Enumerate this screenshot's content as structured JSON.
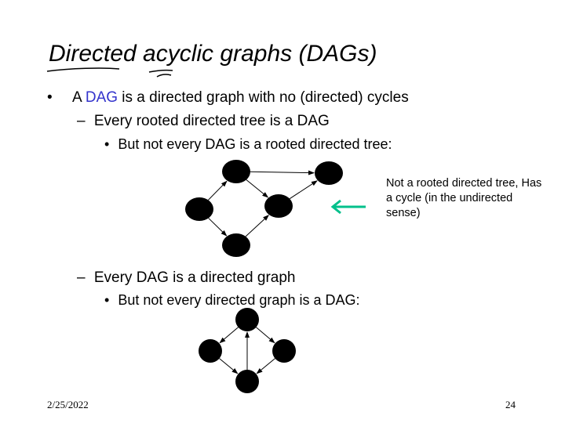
{
  "slide": {
    "title": "Directed acyclic graphs (DAGs)",
    "bullets": [
      {
        "marker": "•",
        "prefix": "A ",
        "highlight": "DAG",
        "rest": " is a directed graph with no (directed) cycles"
      },
      {
        "marker": "–",
        "text": "Every rooted directed tree is a DAG"
      },
      {
        "marker": "•",
        "text": "But not every DAG is a rooted directed tree:"
      },
      {
        "marker": "–",
        "text": "Every DAG is a directed graph"
      },
      {
        "marker": "•",
        "text": "But not every directed graph is a DAG:"
      }
    ],
    "note": "Not a rooted directed tree, Has a cycle (in the undirected sense)",
    "date": "2/25/2022",
    "page_number": "24"
  },
  "colors": {
    "highlight": "#3333cc",
    "arrow": "#00c08b"
  },
  "graphs": [
    {
      "name": "dag-example",
      "nodes": [
        "a",
        "b",
        "c",
        "d",
        "e"
      ],
      "edges": [
        [
          "a",
          "b"
        ],
        [
          "a",
          "d"
        ],
        [
          "c",
          "a"
        ],
        [
          "c",
          "e"
        ],
        [
          "e",
          "d"
        ],
        [
          "d",
          "b"
        ]
      ]
    },
    {
      "name": "cyclic-example",
      "nodes": [
        "t",
        "l",
        "r",
        "b"
      ],
      "edges": [
        [
          "t",
          "l"
        ],
        [
          "t",
          "r"
        ],
        [
          "l",
          "b"
        ],
        [
          "r",
          "b"
        ],
        [
          "b",
          "t"
        ]
      ]
    }
  ]
}
